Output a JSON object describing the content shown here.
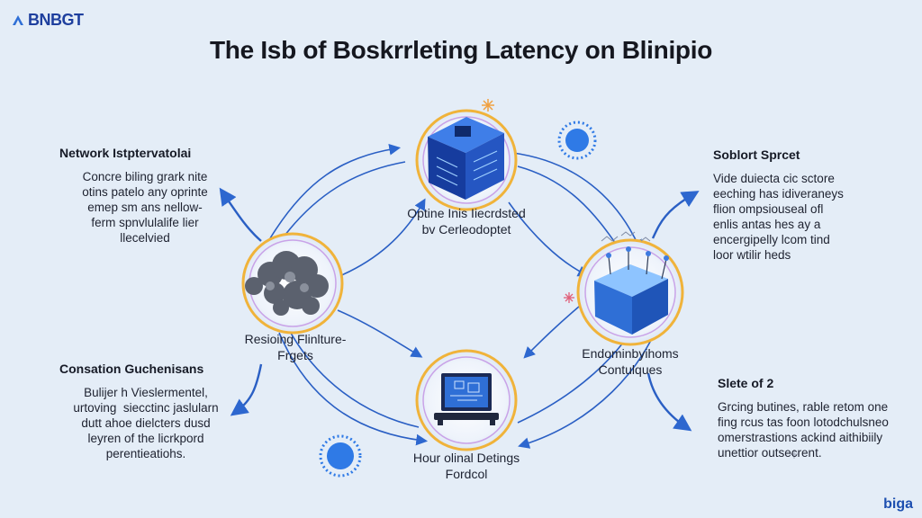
{
  "brand": "BNBGT",
  "title": "The Isb of Boskrrleting Latency on Blinipio",
  "blocks": {
    "top_left": {
      "title": "Network Istptervatolai",
      "body": "Concre biling grark nite\notins patelo any oprinte\nemep sm ans nellow-\nferm spnvlulalife lier\nllecelvied"
    },
    "bottom_left": {
      "title": "Consation Guchenisans",
      "body": "Bulijer h Vieslermentel,\nurtoving  siecctinc jaslularn\ndutt ahoe dielcters dusd\nleyren of the licrkpord\nperentieatiohs."
    },
    "top_right": {
      "title": "Soblort Sprcet",
      "body": "Vide duiecta cic sctore\neeching has idiveraneys\nflion ompsiouseal ofl\nenlis antas hes ay a\nencergipelly lcom tind\nloor wtilir heds"
    },
    "bottom_right": {
      "title": "Slete of 2",
      "body": "Grcing butines, rable retom one\nfing rcus tas foon lotodchulsneo\nomerstrastions ackind aithibiily\nunettior outsecrent."
    }
  },
  "nodes": {
    "top": "Optine Inis Iiecrdsted\nbv Cerleodoptet",
    "left": "Resioing Flinlture-\nFrgets",
    "right": "Endominbyihoms\nContulques",
    "bottom": "Hour olinal Detings\nFordcol"
  },
  "footer_brand": "biga",
  "colors": {
    "accent": "#2f6fd6",
    "ring": "#f0b33a",
    "dark": "#1e3f9e"
  }
}
